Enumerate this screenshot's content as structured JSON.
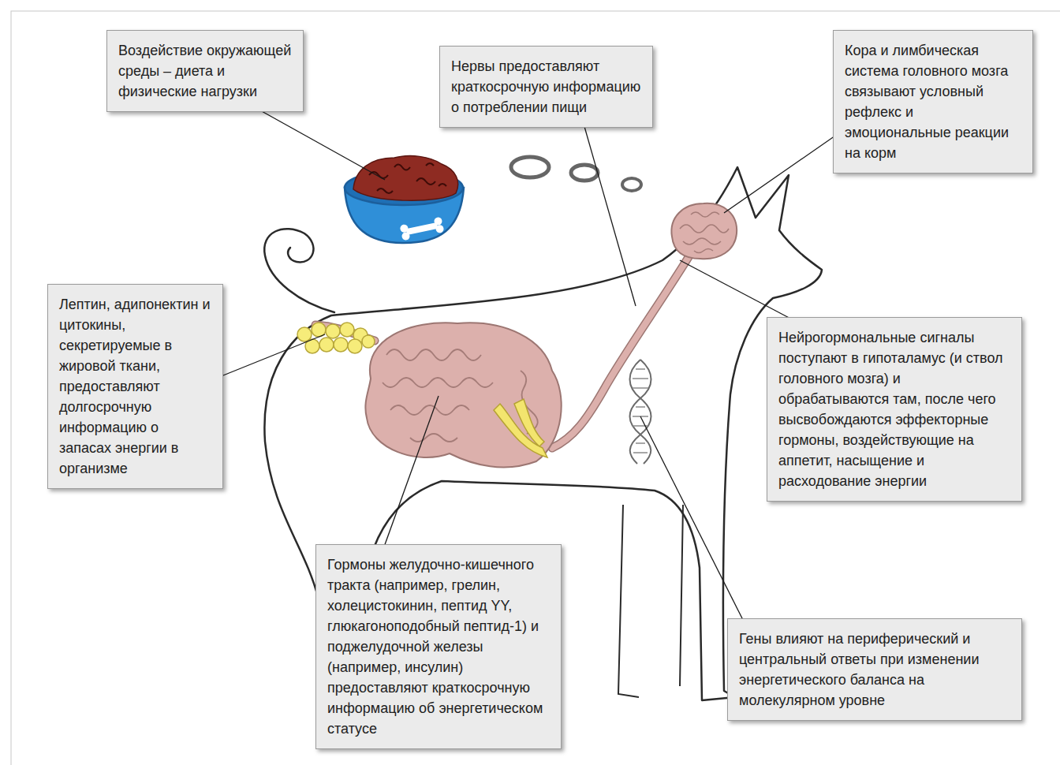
{
  "diagram": {
    "nodes": [
      {
        "text": [
          "Воздействие окружающей среды – диета и физические нагрузки"
        ]
      },
      {
        "text": [
          "Нервы предоставляют краткосрочную информацию о потреблении пищи"
        ]
      },
      {
        "text": [
          "Кора и лимбическая система головного мозга связывают условный рефлекс и эмоциональные реакции на корм"
        ]
      },
      {
        "text": [
          "Лептин, адипонектин и цитокины, секретируемые в жировой ткани, предоставляют долгосрочную информацию о запасах энергии в организме"
        ]
      },
      {
        "text": [
          "Нейрогормональные сигналы поступают в гипоталамус (и ствол головного мозга) и обрабатываются там, после чего высвобождаются эффекторные гормоны, воздействующие на аппетит, насыщение и расходование энергии"
        ]
      },
      {
        "text": [
          "Гормоны желудочно-кишечного тракта (например, грелин, холецистокинин, пептид YY, глюкагоноподобный пептид-1) и поджелудочной железы (например, инсулин) предоставляют краткосрочную информацию об энергетическом статусе"
        ]
      },
      {
        "text": [
          "Гены влияют на периферический и центральный ответы при изменении энергетического баланса на молекулярном уровне"
        ]
      }
    ]
  }
}
